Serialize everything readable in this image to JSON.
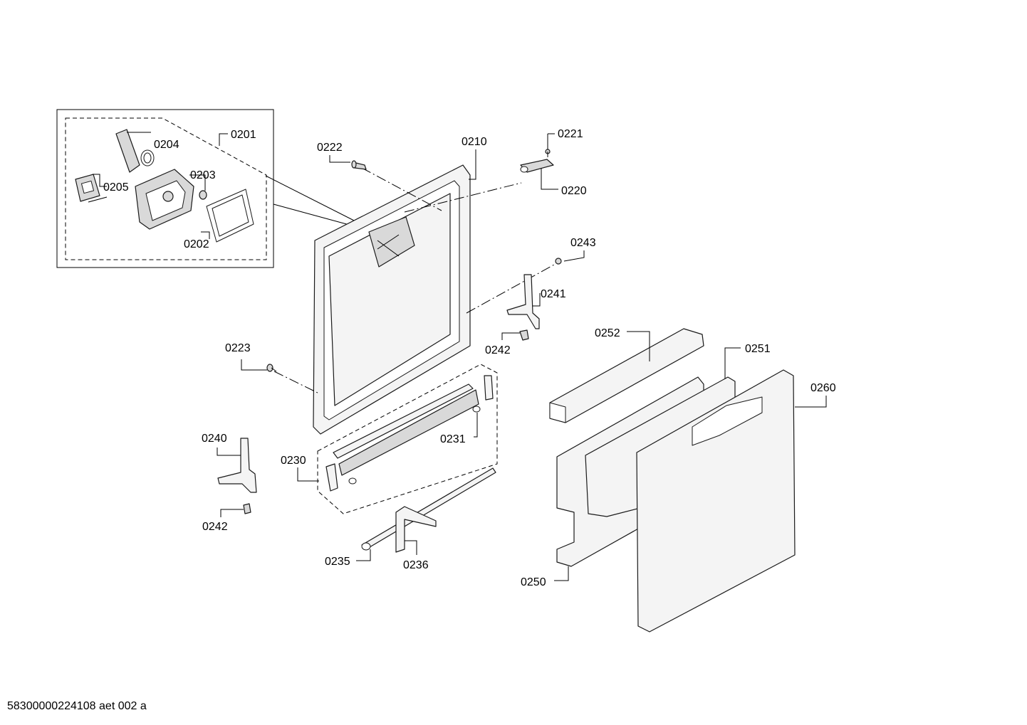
{
  "labels": {
    "p0201": "0201",
    "p0202": "0202",
    "p0203": "0203",
    "p0204": "0204",
    "p0205": "0205",
    "p0210": "0210",
    "p0220": "0220",
    "p0221": "0221",
    "p0222": "0222",
    "p0223": "0223",
    "p0230": "0230",
    "p0231": "0231",
    "p0235": "0235",
    "p0236": "0236",
    "p0240": "0240",
    "p0241": "0241",
    "p0242a": "0242",
    "p0242b": "0242",
    "p0243": "0243",
    "p0250": "0250",
    "p0251": "0251",
    "p0252": "0252",
    "p0260": "0260"
  },
  "footer": "58300000224108 aet 002 a"
}
